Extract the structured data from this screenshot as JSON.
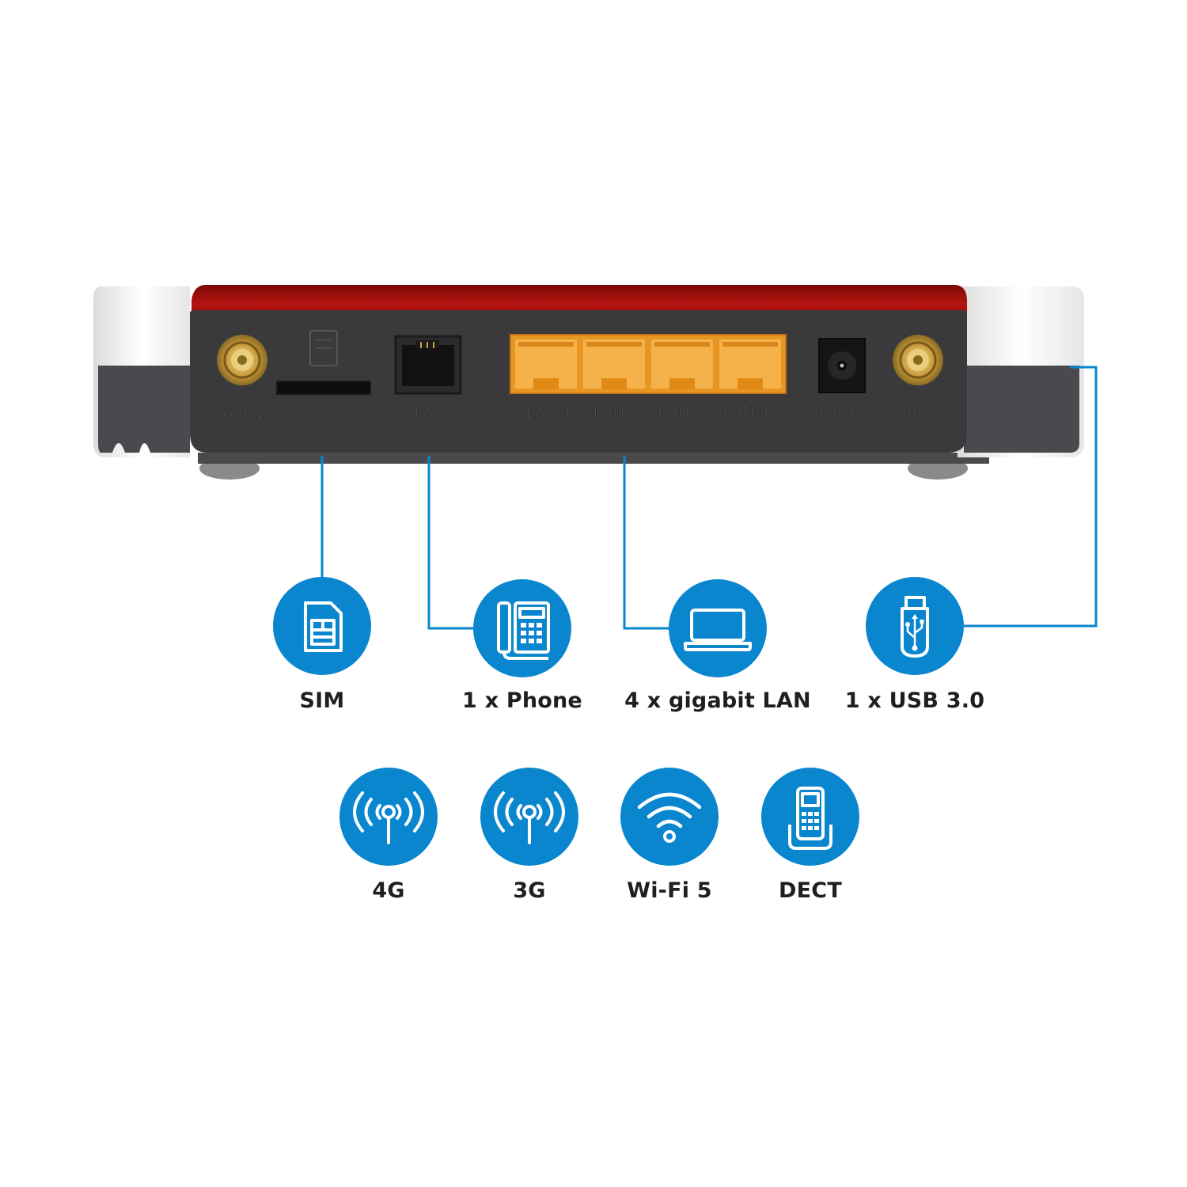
{
  "colors": {
    "accent_blue": "#0a86cf",
    "body_red": "#b3130f",
    "panel_dark": "#38383b",
    "port_orange": "#f3a531",
    "antenna_gold": "#d6b45a"
  },
  "ports": {
    "ant1": "Ant 1",
    "fon": "Fon",
    "lan1": "LAN 1",
    "lan2": "LAN 2",
    "lan3": "LAN 3",
    "lan4": "LAN 4",
    "power": "Power",
    "ant2": "Ant 2"
  },
  "features_row1": [
    {
      "icon": "sim-card-icon",
      "label": "SIM"
    },
    {
      "icon": "desk-phone-icon",
      "label": "1 x Phone"
    },
    {
      "icon": "laptop-icon",
      "label": "4 x gigabit LAN"
    },
    {
      "icon": "usb-stick-icon",
      "label": "1 x USB 3.0"
    }
  ],
  "features_row2": [
    {
      "icon": "antenna-signal-icon",
      "label": "4G"
    },
    {
      "icon": "antenna-signal-icon",
      "label": "3G"
    },
    {
      "icon": "wifi-icon",
      "label": "Wi-Fi 5"
    },
    {
      "icon": "dect-handset-icon",
      "label": "DECT"
    }
  ]
}
